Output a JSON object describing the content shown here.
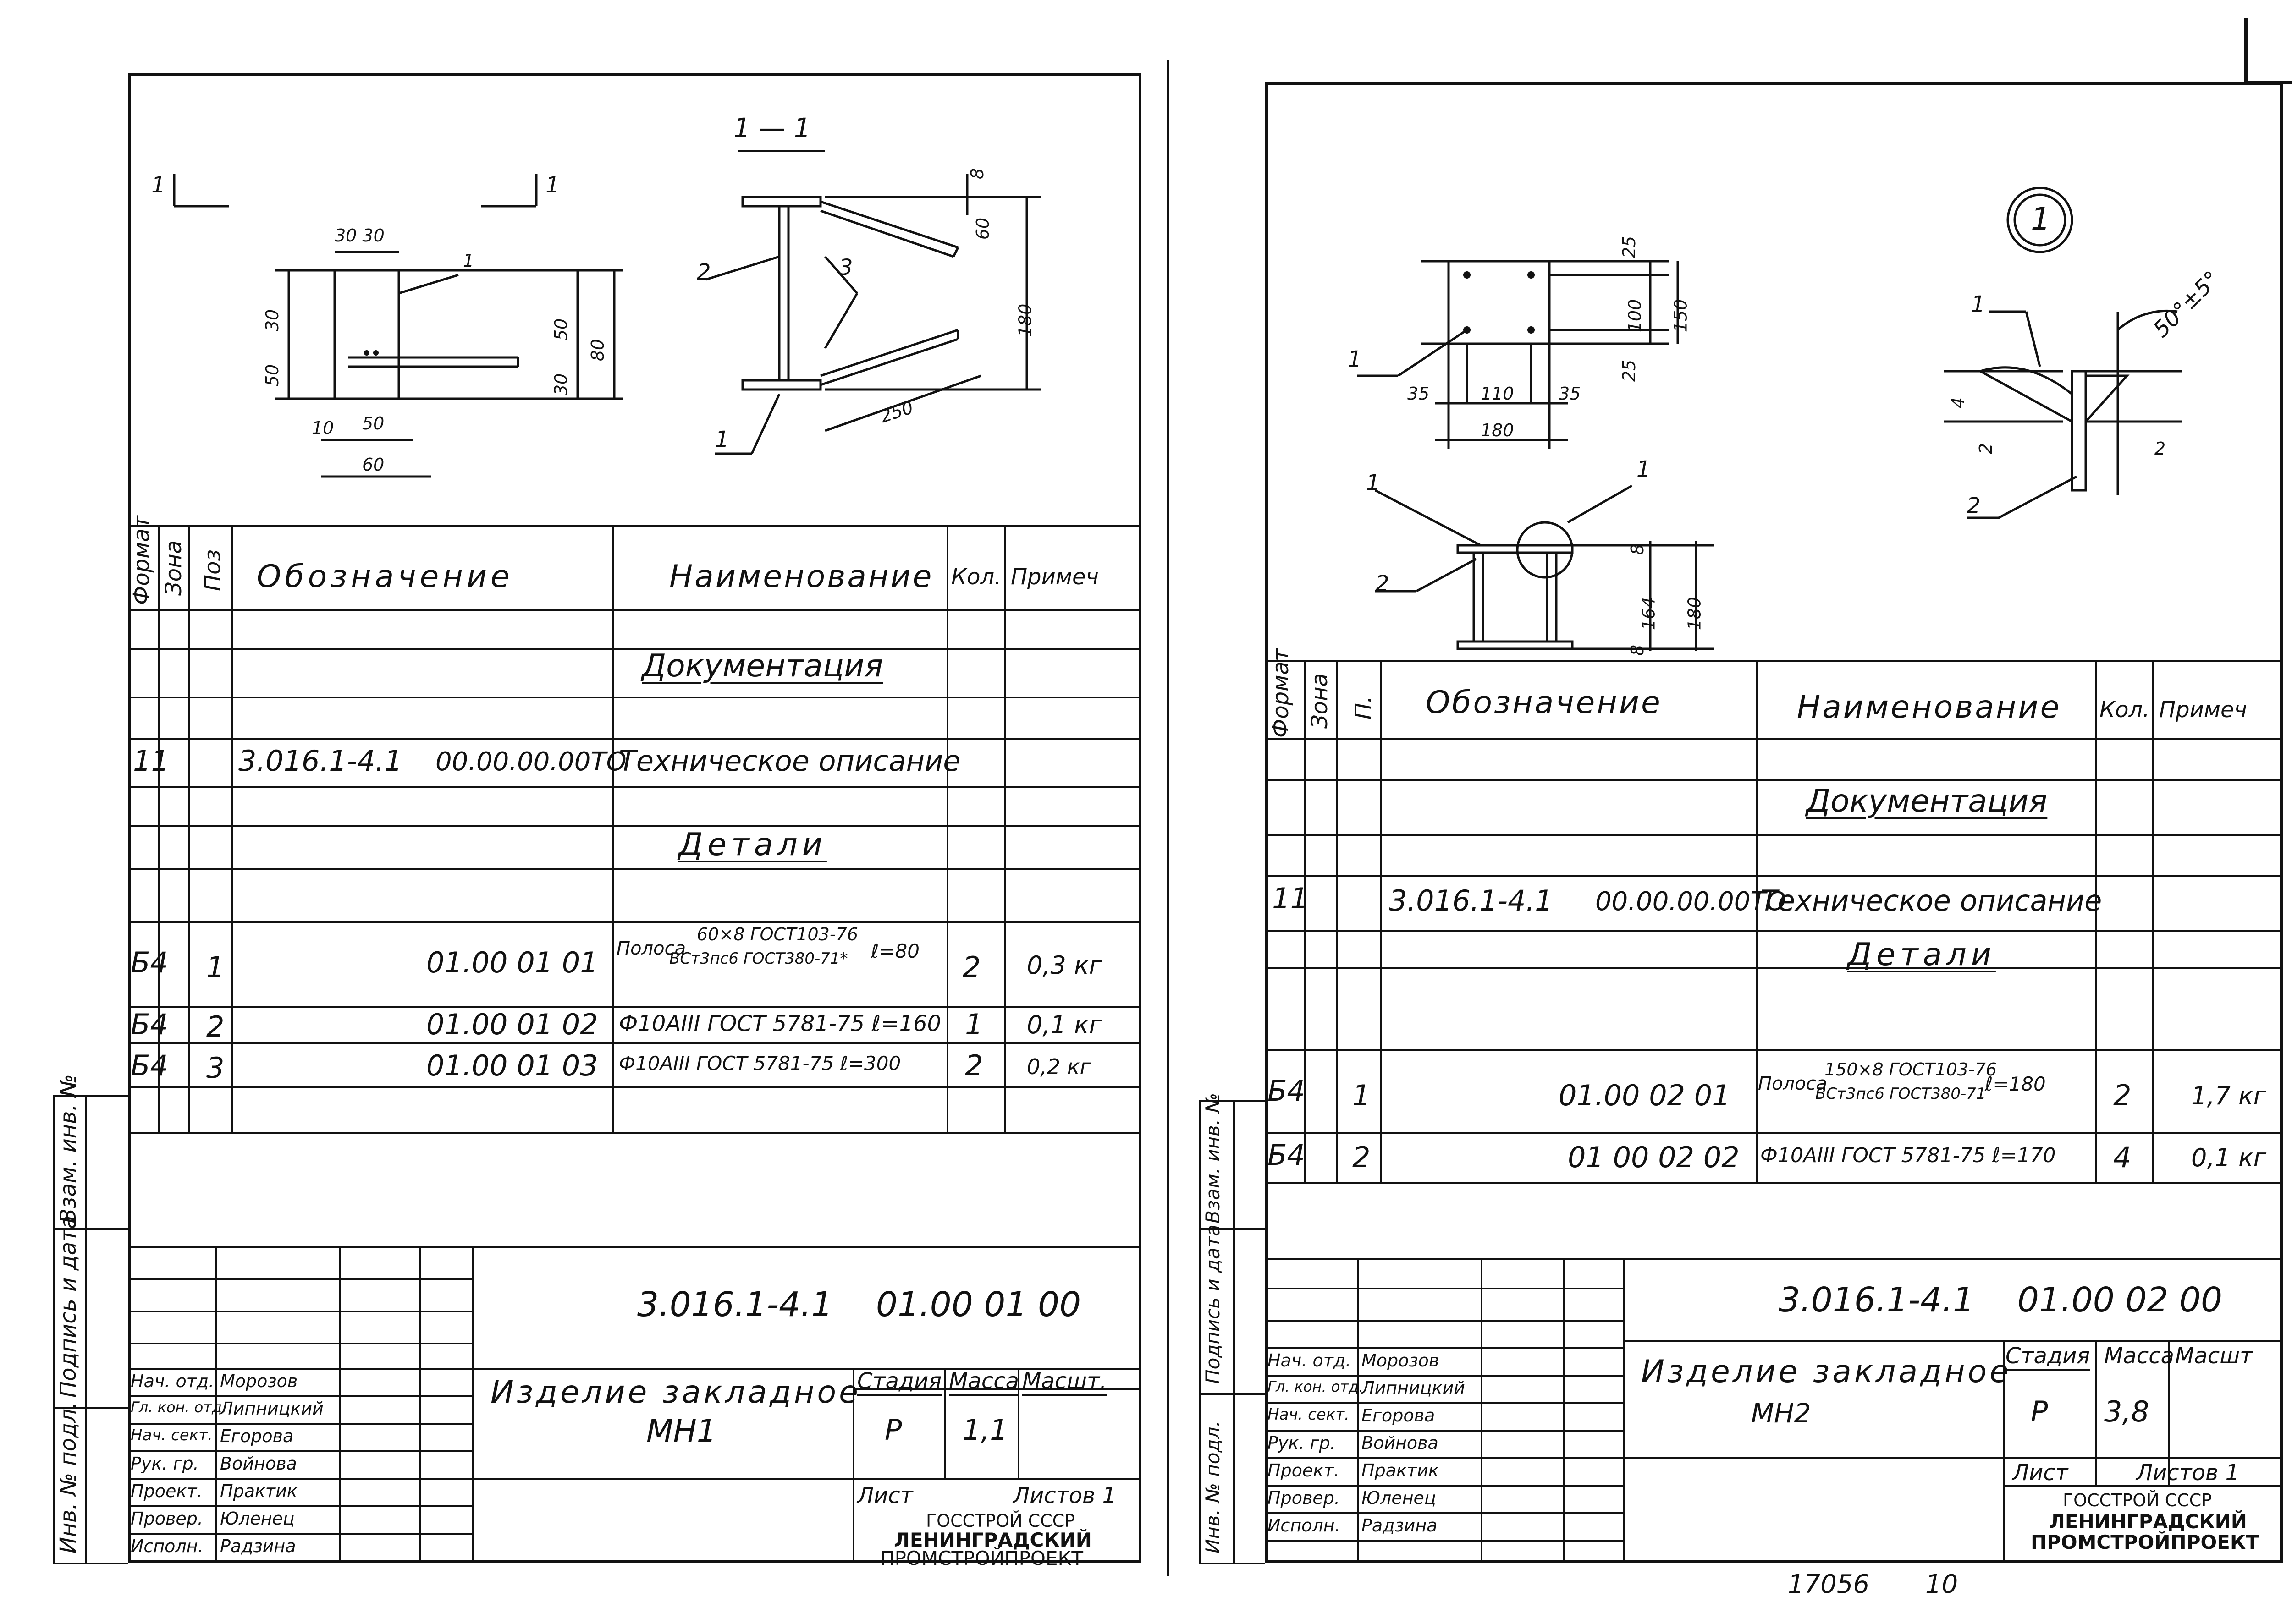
{
  "left": {
    "section_label": "1 — 1",
    "cut_mark": "1",
    "dims_plan": {
      "top": "30 30",
      "left_a": "30",
      "left_b": "50",
      "right_a": "50",
      "right_b": "30",
      "right_total": "80",
      "bottom_a": "10",
      "bottom_b": "50",
      "bottom_total": "60",
      "leader": "1"
    },
    "dims_section": {
      "a": "8",
      "b": "60",
      "total": "180",
      "diag": "250",
      "p2": "2",
      "p3": "3",
      "p1": "1"
    },
    "headers": {
      "format": "Формат",
      "zone": "Зона",
      "pos": "Поз",
      "designation": "Обозначение",
      "name": "Наименование",
      "qty": "Кол.",
      "note": "Примеч"
    },
    "sections": {
      "doc": "Документация",
      "parts": "Детали"
    },
    "doc_row": {
      "format": "11",
      "designation_a": "3.016.1-4.1",
      "designation_b": "00.00.00.00ТО",
      "name": "Техническое описание"
    },
    "rows": [
      {
        "format": "Б4",
        "pos": "1",
        "designation": "01.00 01 01",
        "name": "Полоса 60×8 ГОСТ103-76 / ВСт3пс6 ГОСТ380-71* ℓ=80",
        "name_a": "Полоса",
        "name_num": "60×8 ГОСТ103-76",
        "name_den": "ВСт3пс6 ГОСТ380-71*",
        "name_len": "ℓ=80",
        "qty": "2",
        "note": "0,3 кг"
      },
      {
        "format": "Б4",
        "pos": "2",
        "designation": "01.00 01 02",
        "name": "Ф10АIII ГОСТ 5781-75 ℓ=160",
        "qty": "1",
        "note": "0,1 кг"
      },
      {
        "format": "Б4",
        "pos": "3",
        "designation": "01.00 01 03",
        "name": "Ф10АIII ГОСТ 5781-75 ℓ=300",
        "qty": "2",
        "note": "0,2 кг"
      }
    ],
    "stamp": {
      "code": "3.016.1-4.1    01.00 01 00",
      "title": "Изделие закладное",
      "subtitle": "МН1",
      "stage_label": "Стадия",
      "mass_label": "Масса",
      "scale_label": "Масшт.",
      "stage": "Р",
      "mass": "1,1",
      "sheet_label": "Лист",
      "sheets_label": "Листов 1",
      "org1": "ГОССТРОЙ СССР",
      "org2": "ЛЕНИНГРАДСКИЙ",
      "org3": "ПРОМСТРОЙПРОЕКТ",
      "roles": [
        "Нач. отд.",
        "Гл. кон. отд.",
        "Нач. сект.",
        "Рук. гр.",
        "Проект.",
        "Провер.",
        "Исполн."
      ],
      "people": [
        "Морозов",
        "Липницкий",
        "Егорова",
        "Войнова",
        "Практик",
        "Юленец",
        "Радзина"
      ]
    }
  },
  "right": {
    "node_label": "1",
    "dims_plan": {
      "d25a": "25",
      "d100": "100",
      "d150": "150",
      "d25b": "25",
      "d35a": "35",
      "d110": "110",
      "d35b": "35",
      "d180": "180",
      "leader": "1"
    },
    "dims_side": {
      "p1a": "1",
      "p1b": "1",
      "p2": "2",
      "d8": "8",
      "d164": "164",
      "d180": "180",
      "d8b": "8"
    },
    "dims_node": {
      "angle": "50°±5°",
      "p1": "1",
      "p2": "2",
      "gap_a": "2",
      "gap_b": "2",
      "t": "4"
    },
    "headers": {
      "format": "Формат",
      "zone": "Зона",
      "pos": "П.",
      "designation": "Обозначение",
      "name": "Наименование",
      "qty": "Кол.",
      "note": "Примеч"
    },
    "sections": {
      "doc": "Документация",
      "parts": "Детали"
    },
    "doc_row": {
      "format": "11",
      "designation_a": "3.016.1-4.1",
      "designation_b": "00.00.00.00ТО",
      "name": "Техническое описание"
    },
    "rows": [
      {
        "format": "Б4",
        "pos": "1",
        "designation": "01.00 02 01",
        "name": "Полоса 150×8 ГОСТ103-76 / ВСт3пс6 ГОСТ380-71 ℓ=180",
        "name_a": "Полоса",
        "name_num": "150×8 ГОСТ103-76",
        "name_den": "ВСт3пс6 ГОСТ380-71",
        "name_len": "ℓ=180",
        "qty": "2",
        "note": "1,7 кг"
      },
      {
        "format": "Б4",
        "pos": "2",
        "designation": "01 00 02 02",
        "name": "Ф10АIII ГОСТ 5781-75 ℓ=170",
        "qty": "4",
        "note": "0,1 кг"
      }
    ],
    "stamp": {
      "code": "3.016.1-4.1    01.00 02 00",
      "title": "Изделие закладное",
      "subtitle": "МН2",
      "stage_label": "Стадия",
      "mass_label": "Масса",
      "scale_label": "Масшт",
      "stage": "Р",
      "mass": "3,8",
      "sheet_label": "Лист",
      "sheets_label": "Листов 1",
      "org1": "ГОССТРОЙ СССР",
      "org2": "ЛЕНИНГРАДСКИЙ",
      "org3": "ПРОМСТРОЙПРОЕКТ",
      "roles": [
        "Нач. отд.",
        "Гл. кон. отд.",
        "Нач. сект.",
        "Рук. гр.",
        "Проект.",
        "Провер.",
        "Исполн."
      ],
      "people": [
        "Морозов",
        "Липницкий",
        "Егорова",
        "Войнова",
        "Практик",
        "Юленец",
        "Радзина"
      ]
    }
  },
  "margin_left": {
    "a": "Инв. № подл.",
    "b": "Подпись и дата",
    "c": "Взам. инв. №"
  },
  "margin_right": {
    "a": "Инв. № подл.",
    "b": "Подпись и дата",
    "c": "Взам. инв. №"
  },
  "footer": {
    "archive": "17056",
    "page": "10"
  }
}
